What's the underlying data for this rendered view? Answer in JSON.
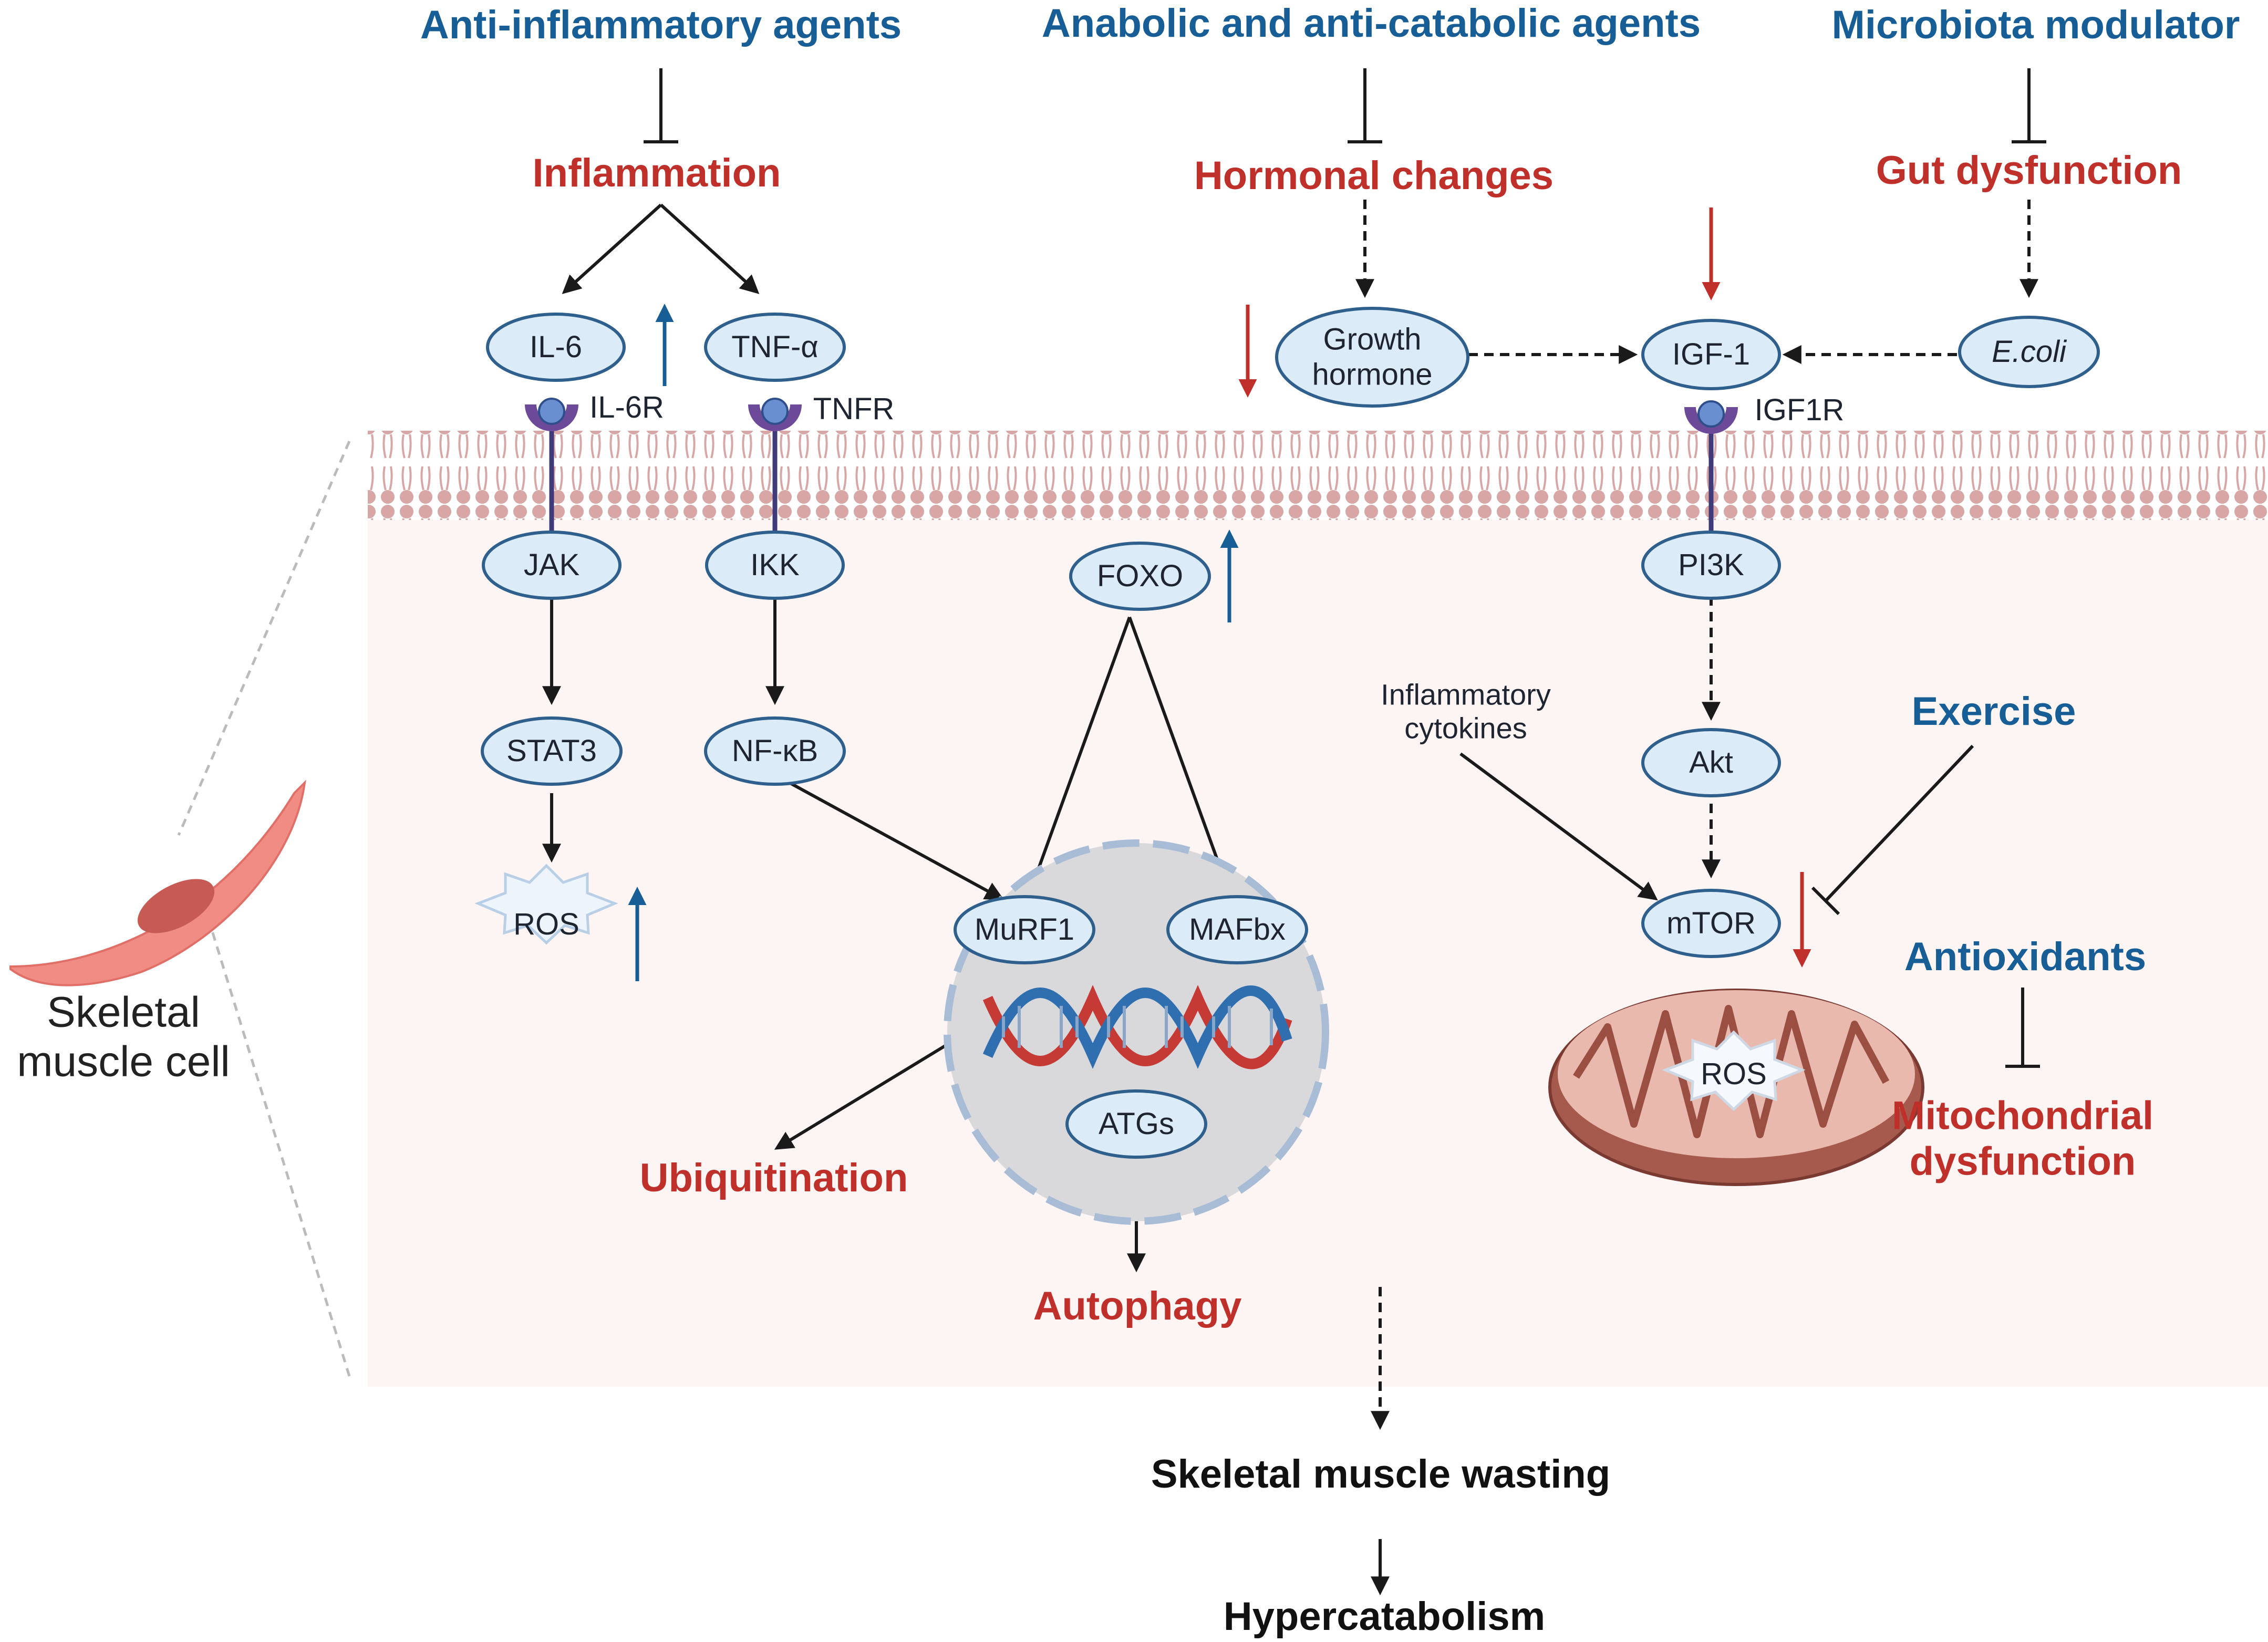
{
  "interventions": {
    "anti_inflammatory": "Anti-inflammatory agents",
    "anabolic": "Anabolic and anti-catabolic agents",
    "microbiota": "Microbiota modulator",
    "exercise": "Exercise",
    "antioxidants": "Antioxidants"
  },
  "conditions": {
    "inflammation": "Inflammation",
    "hormonal_changes": "Hormonal changes",
    "gut_dysfunction": "Gut dysfunction",
    "ubiquitination": "Ubiquitination",
    "autophagy": "Autophagy",
    "mitochondrial_line1": "Mitochondrial",
    "mitochondrial_line2": "dysfunction"
  },
  "nodes": {
    "il6": "IL-6",
    "tnfa": "TNF-α",
    "growth_hormone_line1": "Growth",
    "growth_hormone_line2": "hormone",
    "igf1": "IGF-1",
    "ecoli": "E.coli",
    "jak": "JAK",
    "ikk": "IKK",
    "foxo": "FOXO",
    "pi3k": "PI3K",
    "stat3": "STAT3",
    "nfkb": "NF-κB",
    "akt": "Akt",
    "mtor": "mTOR",
    "ros_left": "ROS",
    "ros_mito": "ROS",
    "murf1": "MuRF1",
    "mafbx": "MAFbx",
    "atgs": "ATGs"
  },
  "receptors": {
    "il6r": "IL-6R",
    "tnfr": "TNFR",
    "igf1r": "IGF1R"
  },
  "annotations": {
    "inflammatory_cytokines_line1": "Inflammatory",
    "inflammatory_cytokines_line2": "cytokines"
  },
  "cell": {
    "label_line1": "Skeletal",
    "label_line2": "muscle cell"
  },
  "outcomes": {
    "wasting": "Skeletal muscle wasting",
    "hypercatabolism": "Hypercatabolism"
  },
  "colors": {
    "intervention_blue": "#175d96",
    "condition_red": "#c0302b",
    "node_fill": "#dcebf8",
    "node_stroke": "#2f5f8c",
    "membrane": "#d9a6a6",
    "cytoplasm": "#fdf4f4",
    "receptor": "#6d4a99",
    "nucleus": "#d9d9dc"
  },
  "indicators": {
    "il6": "up",
    "ros_left": "up",
    "foxo": "up",
    "growth_hormone": "down",
    "igf1": "down",
    "mtor": "down"
  }
}
